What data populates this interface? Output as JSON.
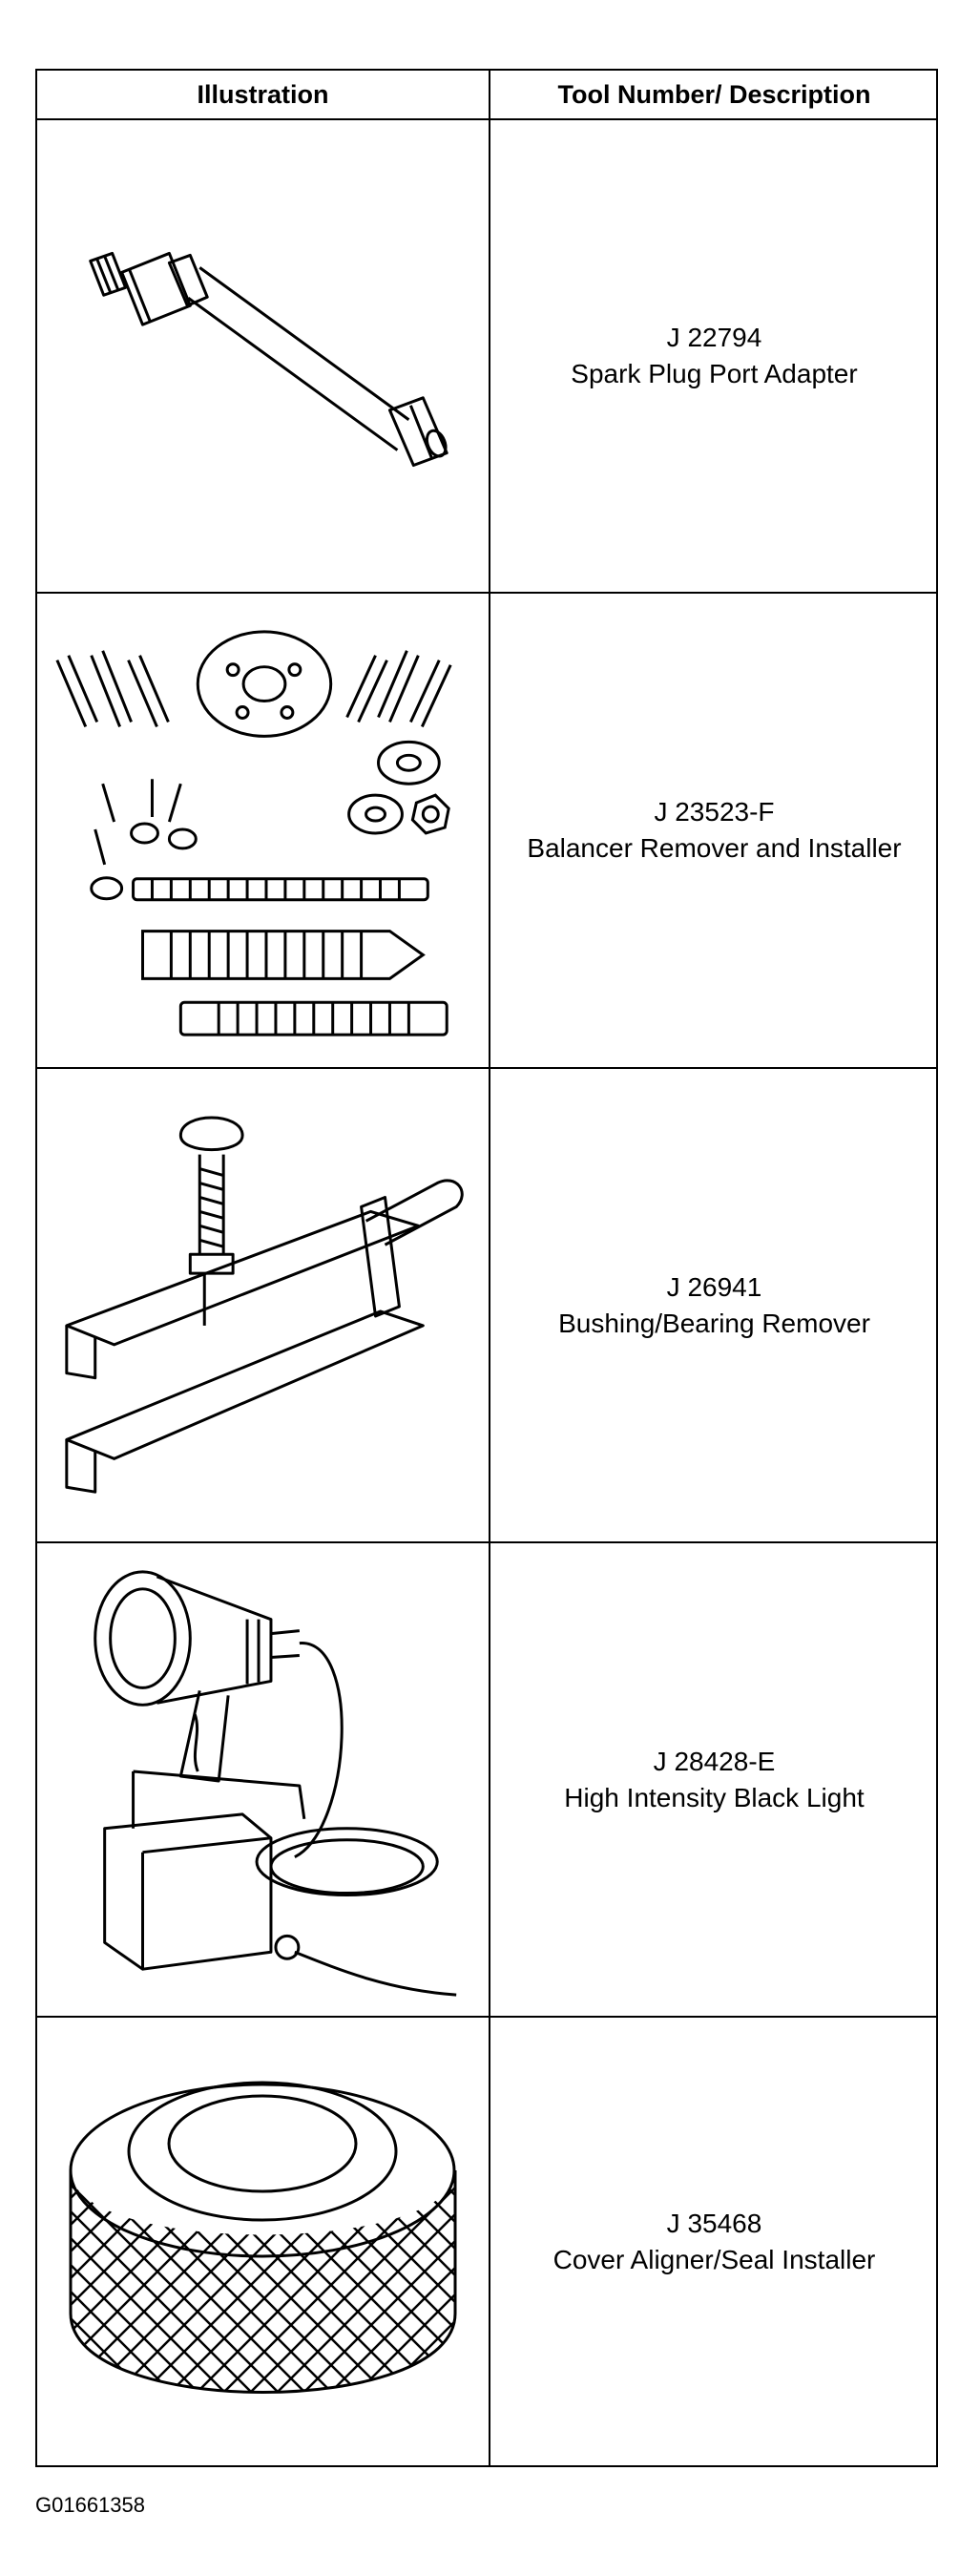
{
  "table": {
    "headers": {
      "illustration": "Illustration",
      "tool": "Tool Number/ Description"
    },
    "rows": [
      {
        "number": "J 22794",
        "description": "Spark Plug Port Adapter",
        "illustration_icon": "spark-plug-port-adapter-icon"
      },
      {
        "number": "J 23523-F",
        "description": "Balancer Remover and Installer",
        "illustration_icon": "balancer-remover-installer-kit-icon"
      },
      {
        "number": "J 26941",
        "description": "Bushing/Bearing Remover",
        "illustration_icon": "bushing-bearing-remover-icon"
      },
      {
        "number": "J 28428-E",
        "description": "High Intensity Black Light",
        "illustration_icon": "black-light-icon"
      },
      {
        "number": "J 35468",
        "description": "Cover Aligner/Seal Installer",
        "illustration_icon": "cover-aligner-seal-installer-icon"
      }
    ]
  },
  "figure_code": "G01661358"
}
